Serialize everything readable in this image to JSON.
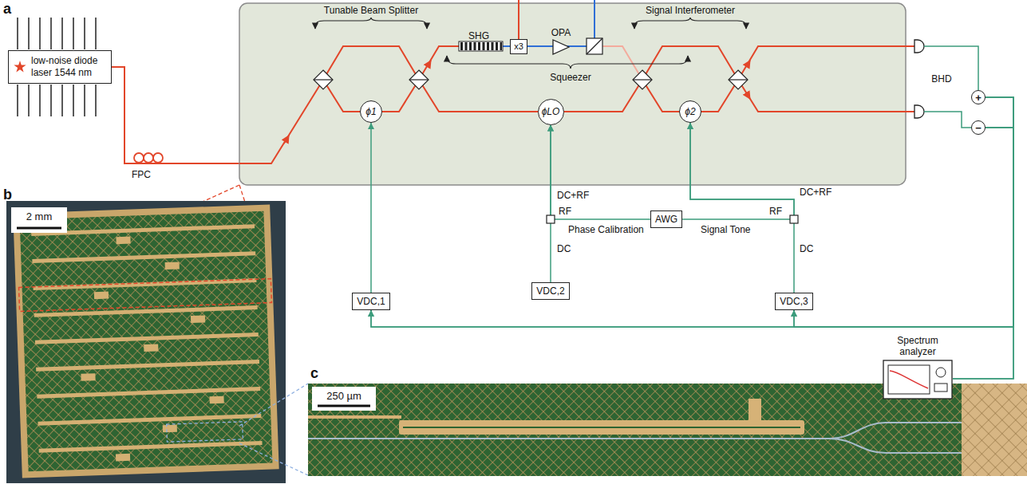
{
  "diagram": {
    "nodes": [
      {
        "text": [
          "low-noise diode laser 1544 nm"
        ]
      },
      {
        "text": [
          "x3"
        ]
      },
      {
        "text": [
          "OPA"
        ]
      },
      {
        "text": [
          "ϕ1"
        ]
      },
      {
        "text": [
          "ϕLO"
        ]
      },
      {
        "text": [
          "ϕ2"
        ]
      },
      {
        "text": [
          "+"
        ]
      },
      {
        "text": [
          "−"
        ]
      },
      {
        "text": [
          "AWG"
        ]
      },
      {
        "text": [
          "VDC,1"
        ]
      },
      {
        "text": [
          "VDC,2"
        ]
      },
      {
        "text": [
          "VDC,3"
        ]
      },
      {
        "text": [
          "Spectrum analyzer"
        ]
      }
    ],
    "edges": [
      {
        "from": 9,
        "to": 3,
        "arrow": "to"
      },
      {
        "from": 10,
        "to": 4,
        "arrow": "to"
      },
      {
        "from": 8,
        "to": 4,
        "arrow": "to"
      },
      {
        "from": 11,
        "to": 5,
        "arrow": "to"
      },
      {
        "from": 8,
        "to": 5,
        "arrow": "to"
      },
      {
        "from": 6,
        "to": 12,
        "arrow": "none"
      },
      {
        "from": 6,
        "to": 11,
        "arrow": "to"
      },
      {
        "from": 6,
        "to": 9,
        "arrow": "to"
      },
      {
        "from": 7,
        "to": 12,
        "arrow": "none"
      },
      {
        "from": 7,
        "to": 11,
        "arrow": "to"
      },
      {
        "from": 7,
        "to": 9,
        "arrow": "to"
      }
    ],
    "labels": [
      "a",
      "FPC",
      "Tunable Beam Splitter",
      "SHG",
      "Squeezer",
      "Signal Interferometer",
      "BHD",
      "DC+RF",
      "RF",
      "DC",
      "Phase Calibration",
      "Signal Tone",
      "RF",
      "DC+RF",
      "DC",
      "b",
      "2 mm",
      "c",
      "250 µm"
    ]
  }
}
